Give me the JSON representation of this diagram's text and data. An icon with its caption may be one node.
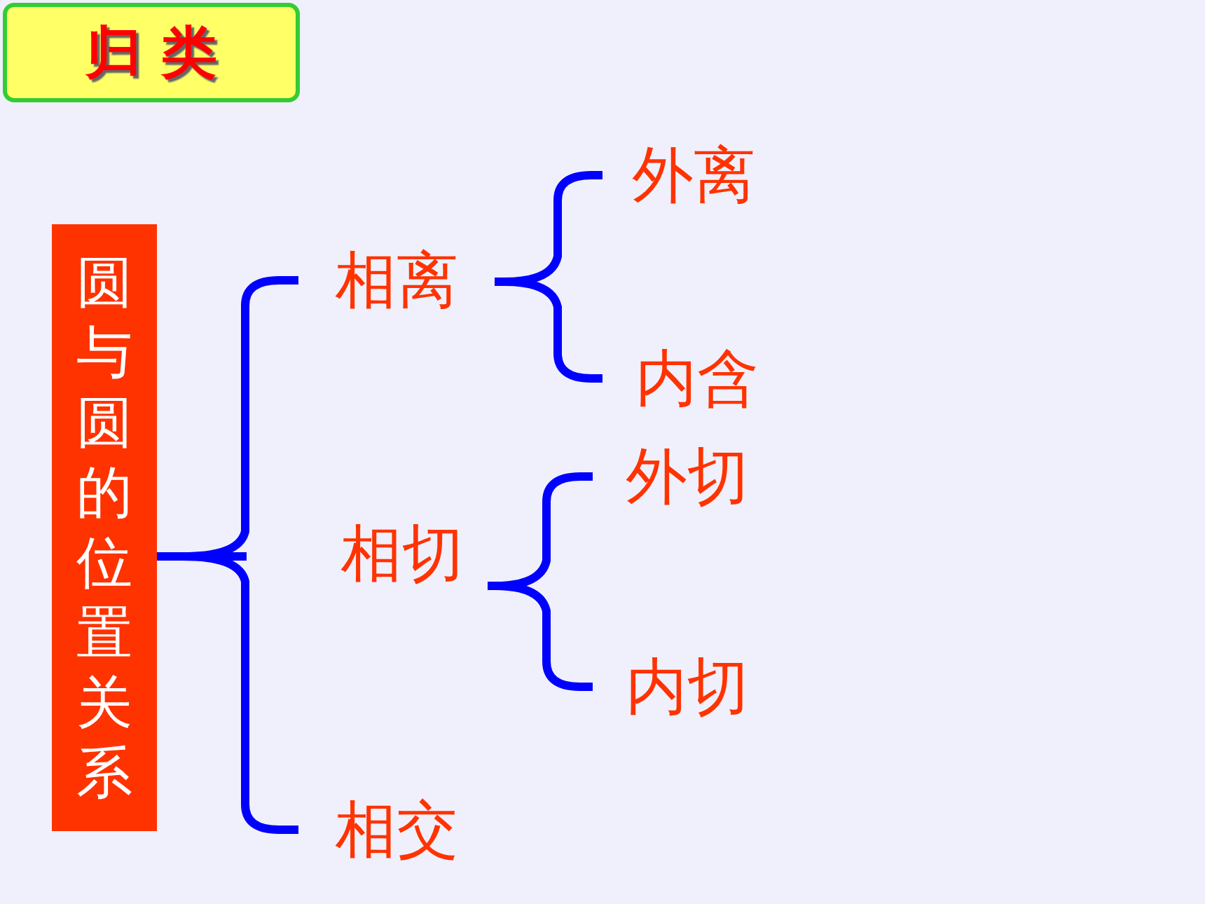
{
  "diagram": {
    "nodes": [
      {
        "text": [
          "归 类"
        ]
      },
      {
        "text": [
          "圆与圆的位置关系"
        ]
      },
      {
        "text": [
          "相离"
        ]
      },
      {
        "text": [
          "外离"
        ]
      },
      {
        "text": [
          "内含"
        ]
      },
      {
        "text": [
          "相切"
        ]
      },
      {
        "text": [
          "外切"
        ]
      },
      {
        "text": [
          "内切"
        ]
      },
      {
        "text": [
          "相交"
        ]
      }
    ],
    "edges": [
      {
        "from": 1,
        "to": 2,
        "arrow": "none",
        "color": "#0000ff"
      },
      {
        "from": 1,
        "to": 5,
        "arrow": "none",
        "color": "#0000ff"
      },
      {
        "from": 1,
        "to": 8,
        "arrow": "none",
        "color": "#0000ff"
      },
      {
        "from": 2,
        "to": 3,
        "arrow": "none",
        "color": "#0000ff"
      },
      {
        "from": 2,
        "to": 4,
        "arrow": "none",
        "color": "#0000ff"
      },
      {
        "from": 5,
        "to": 6,
        "arrow": "none",
        "color": "#0000ff"
      },
      {
        "from": 5,
        "to": 7,
        "arrow": "none",
        "color": "#0000ff"
      }
    ]
  }
}
